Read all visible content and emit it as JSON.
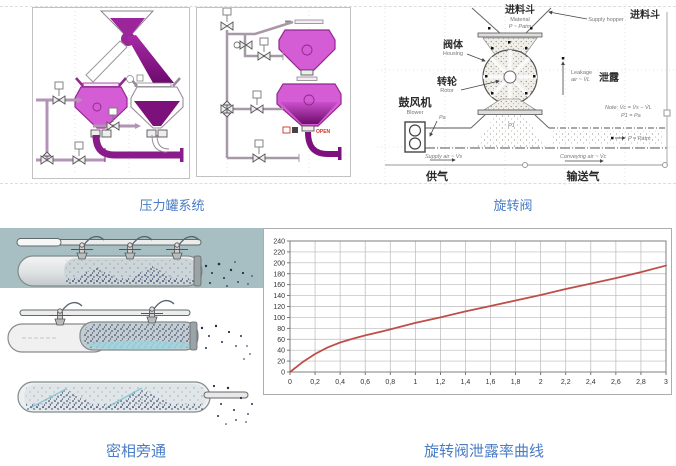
{
  "captions": {
    "pressure_tank": "压力罐系统",
    "rotary_valve": "旋转阀",
    "dense_phase": "密相旁通",
    "leakage_curve": "旋转阀泄露率曲线"
  },
  "caption_color": "#4a7dc6",
  "panel2": {
    "open_label": "OPEN"
  },
  "rotary": {
    "material_hopper": "进料斗",
    "material_en": "Material",
    "material_pressure": "P ~ Patm",
    "supply_hopper_en": "Supply hopper",
    "supply_hopper": "进料斗",
    "housing": "阀体",
    "housing_en": "Housing",
    "rotor": "转轮",
    "rotor_en": "Rotor",
    "blower": "鼓风机",
    "blower_en": "Blower",
    "leakage_en1": "Leakage",
    "leakage_en2": "air ~ V̇L",
    "leakage": "泄露",
    "note1": "Note:  V̇c = V̇s − V̇L",
    "note2": "P1 = Pa",
    "outlet_pressure": "P = Patm",
    "pa": "Pa",
    "p1": "P1",
    "supply_air_en": "Supply air ~ V̇s",
    "supply_air": "供气",
    "conveying_air_en": "Conveying air ~ V̇c",
    "conveying_air": "输送气"
  },
  "chart_data": {
    "type": "line",
    "title": "",
    "xlabel": "",
    "ylabel": "",
    "xlim": [
      0,
      3
    ],
    "ylim": [
      0,
      240
    ],
    "grid": true,
    "legend_position": "none",
    "x_ticks": [
      0,
      0.2,
      0.4,
      0.6,
      0.8,
      1,
      1.2,
      1.4,
      1.6,
      1.8,
      2,
      2.2,
      2.4,
      2.6,
      2.8,
      3
    ],
    "x_tick_labels": [
      "0",
      "0,2",
      "0,4",
      "0,6",
      "0,8",
      "1",
      "1,2",
      "1,4",
      "1,6",
      "1,8",
      "2",
      "2,2",
      "2,4",
      "2,6",
      "2,8",
      "3"
    ],
    "y_ticks": [
      0,
      20,
      40,
      60,
      80,
      100,
      120,
      140,
      160,
      180,
      200,
      220,
      240
    ],
    "series": [
      {
        "color": "#bf4e49",
        "points": [
          [
            0,
            0
          ],
          [
            0.1,
            18
          ],
          [
            0.2,
            33
          ],
          [
            0.3,
            45
          ],
          [
            0.4,
            54
          ],
          [
            0.5,
            61
          ],
          [
            0.6,
            67
          ],
          [
            0.8,
            78
          ],
          [
            1,
            90
          ],
          [
            1.2,
            100
          ],
          [
            1.4,
            111
          ],
          [
            1.6,
            121
          ],
          [
            1.8,
            131
          ],
          [
            2,
            141
          ],
          [
            2.2,
            152
          ],
          [
            2.4,
            162
          ],
          [
            2.6,
            172
          ],
          [
            2.8,
            183
          ],
          [
            3,
            195
          ]
        ]
      }
    ]
  }
}
